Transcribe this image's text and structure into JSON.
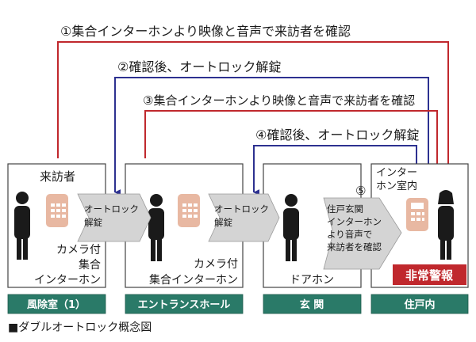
{
  "steps": [
    {
      "label": "①集合インターホンより映像と音声で来訪者を確認",
      "color": "#c0282d"
    },
    {
      "label": "②確認後、オートロック解錠",
      "color": "#2d3190"
    },
    {
      "label": "③集合インターホンより映像と音声で来訪者を確認",
      "color": "#c0282d"
    },
    {
      "label": "④確認後、オートロック解錠",
      "color": "#2d3190"
    }
  ],
  "rooms": [
    {
      "name": "風除室（1）",
      "device_lines": [
        "カメラ付",
        "集合",
        "インターホン"
      ],
      "top_text": "来訪者"
    },
    {
      "name": "エントランスホール",
      "device_lines": [
        "カメラ付",
        "集合インターホン"
      ]
    },
    {
      "name": "玄 関",
      "device_lines": [
        "ドアホン"
      ]
    },
    {
      "name": "住戸内",
      "device_lines": [
        "インター",
        "ホン室内"
      ],
      "alarm": "非常警報"
    }
  ],
  "chevrons": [
    {
      "lines": [
        "オートロック",
        "解錠"
      ]
    },
    {
      "lines": [
        "オートロック",
        "解錠"
      ]
    },
    {
      "number": "⑤",
      "lines": [
        "住戸玄関",
        "インターホン",
        "より音声で",
        "来訪者を確認"
      ]
    }
  ],
  "caption": "■ダブルオートロック概念図",
  "colors": {
    "red": "#c0282d",
    "blue": "#2d3190",
    "teal": "#2a7a68",
    "intercom": "#e8b8a2",
    "chevron": "#d4d4d4",
    "alarm_bg": "#c0282d"
  }
}
